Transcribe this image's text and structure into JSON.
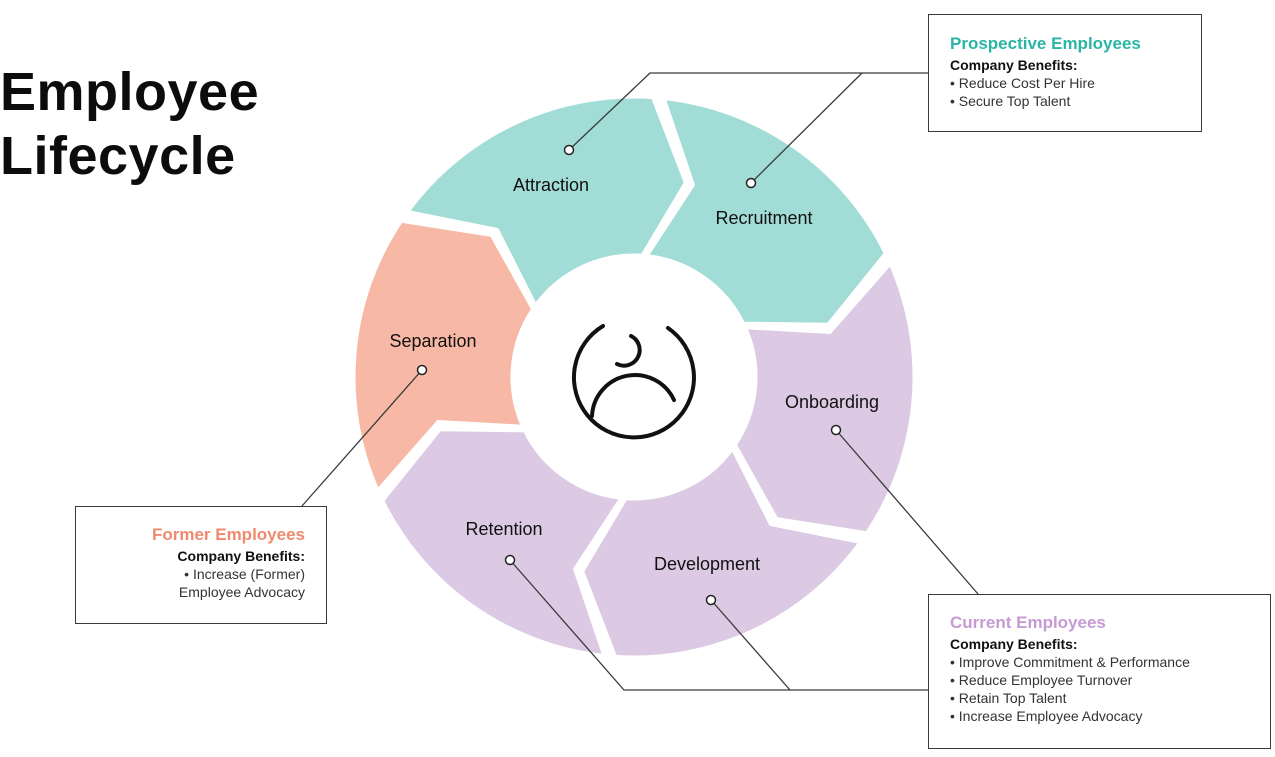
{
  "title": {
    "line1": "Employee",
    "line2": "Lifecycle"
  },
  "colors": {
    "attraction": "#a1ddd6",
    "recruitment": "#a1ddd6",
    "separation": "#f7b9a5",
    "onboarding": "#dcc9e3",
    "development": "#dcc9e3",
    "retention": "#dcc9e3",
    "prospective_header": "#2bb5a5",
    "former_header": "#ef8a6e",
    "current_header": "#c69bd3"
  },
  "stages": [
    {
      "label": "Attraction"
    },
    {
      "label": "Recruitment"
    },
    {
      "label": "Onboarding"
    },
    {
      "label": "Development"
    },
    {
      "label": "Retention"
    },
    {
      "label": "Separation"
    }
  ],
  "center_icon": "user-circle-icon",
  "callouts": {
    "prospective": {
      "header": "Prospective Employees",
      "subheader": "Company Benefits:",
      "items": [
        "Reduce Cost Per Hire",
        "Secure Top Talent"
      ]
    },
    "former": {
      "header": "Former Employees",
      "subheader": "Company Benefits:",
      "items": [
        "Increase (Former)",
        "Employee Advocacy"
      ]
    },
    "current": {
      "header": "Current Employees",
      "subheader": "Company Benefits:",
      "items": [
        "Improve Commitment & Performance",
        "Reduce Employee Turnover",
        "Retain Top Talent",
        "Increase Employee Advocacy"
      ]
    }
  }
}
